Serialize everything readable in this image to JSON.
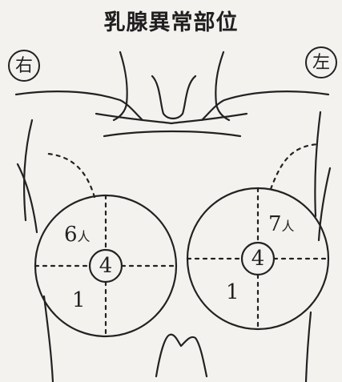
{
  "title": "乳腺異常部位",
  "sides": {
    "right": "右",
    "left": "左"
  },
  "right_breast": {
    "upper_outer_count": "6",
    "upper_outer_unit": "人",
    "lower_outer_count": "1",
    "center_count": "4"
  },
  "left_breast": {
    "upper_outer_count": "7",
    "upper_outer_unit": "人",
    "lower_outer_count": "1",
    "center_count": "4"
  },
  "colors": {
    "ink": "#222222",
    "paper": "#f4f2ef"
  }
}
